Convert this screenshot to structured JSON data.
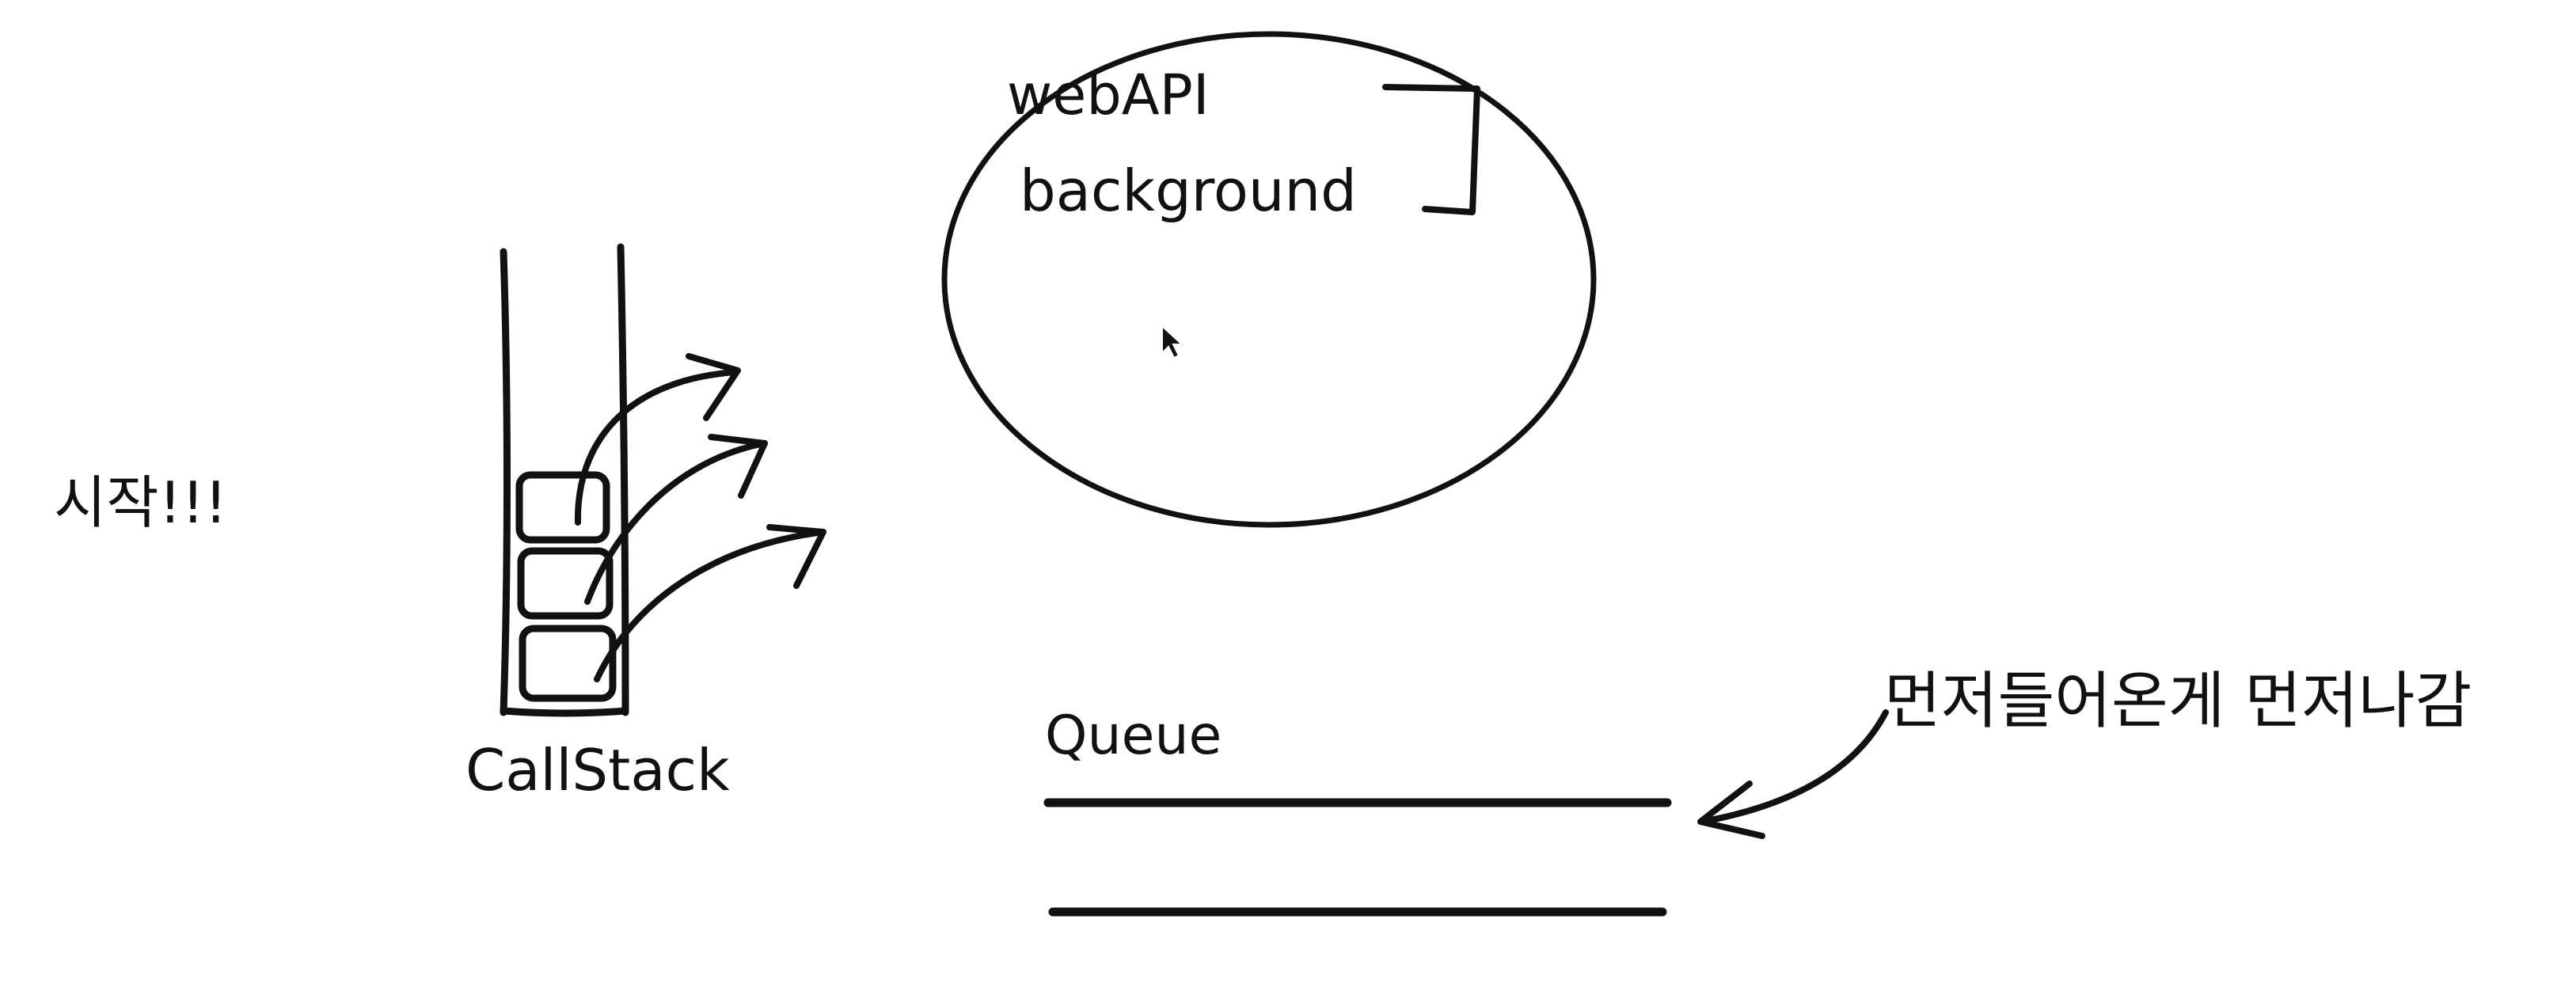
{
  "diagram": {
    "start_label": "시작!!!",
    "callstack_label": "CallStack",
    "webapi_label": "webAPI",
    "background_label": "background",
    "queue_label": "Queue",
    "fifo_note": "먼저들어온게 먼저나감"
  },
  "colors": {
    "ink": "#111111",
    "background": "#ffffff"
  }
}
